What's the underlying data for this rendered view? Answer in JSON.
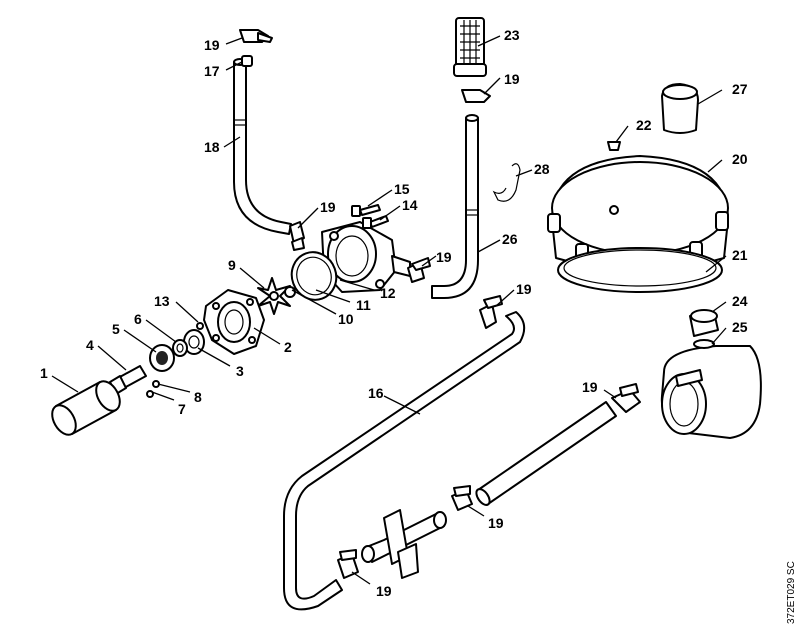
{
  "figure_code": "372ET029 SC",
  "callouts": [
    {
      "id": "c1",
      "text": "1"
    },
    {
      "id": "c2",
      "text": "2"
    },
    {
      "id": "c3",
      "text": "3"
    },
    {
      "id": "c4",
      "text": "4"
    },
    {
      "id": "c5",
      "text": "5"
    },
    {
      "id": "c6",
      "text": "6"
    },
    {
      "id": "c7",
      "text": "7"
    },
    {
      "id": "c8",
      "text": "8"
    },
    {
      "id": "c9",
      "text": "9"
    },
    {
      "id": "c10",
      "text": "10"
    },
    {
      "id": "c11",
      "text": "11"
    },
    {
      "id": "c12",
      "text": "12"
    },
    {
      "id": "c13",
      "text": "13"
    },
    {
      "id": "c14",
      "text": "14"
    },
    {
      "id": "c15",
      "text": "15"
    },
    {
      "id": "c16",
      "text": "16"
    },
    {
      "id": "c17",
      "text": "17"
    },
    {
      "id": "c18",
      "text": "18"
    },
    {
      "id": "c19a",
      "text": "19"
    },
    {
      "id": "c19b",
      "text": "19"
    },
    {
      "id": "c19c",
      "text": "19"
    },
    {
      "id": "c19d",
      "text": "19"
    },
    {
      "id": "c19e",
      "text": "19"
    },
    {
      "id": "c19f",
      "text": "19"
    },
    {
      "id": "c19g",
      "text": "19"
    },
    {
      "id": "c19h",
      "text": "19"
    },
    {
      "id": "c20",
      "text": "20"
    },
    {
      "id": "c21",
      "text": "21"
    },
    {
      "id": "c22",
      "text": "22"
    },
    {
      "id": "c23",
      "text": "23"
    },
    {
      "id": "c24",
      "text": "24"
    },
    {
      "id": "c25",
      "text": "25"
    },
    {
      "id": "c26",
      "text": "26"
    },
    {
      "id": "c27",
      "text": "27"
    },
    {
      "id": "c28",
      "text": "28"
    }
  ]
}
